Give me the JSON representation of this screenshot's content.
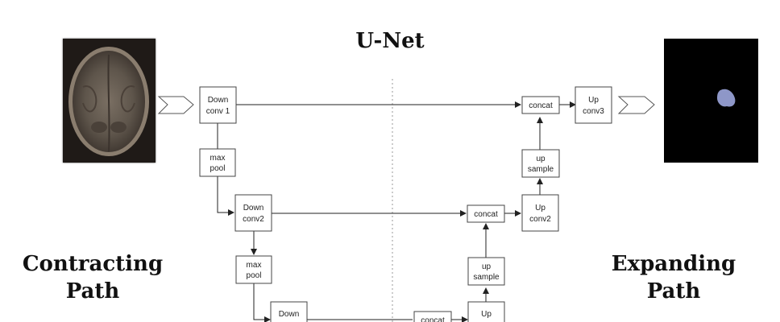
{
  "title": "U-Net",
  "left_label": [
    "Contracting",
    "Path"
  ],
  "right_label": [
    "Expanding",
    "Path"
  ],
  "colors": {
    "mask_blob": "#8e97c8",
    "background": "#ffffff",
    "box_stroke": "#444444"
  },
  "blocks": {
    "down1": [
      "Down",
      "conv 1"
    ],
    "pool1": [
      "max",
      "pool"
    ],
    "down2": [
      "Down",
      "conv2"
    ],
    "pool2": [
      "max",
      "pool"
    ],
    "down3": [
      "Down"
    ],
    "concat1": [
      "concat"
    ],
    "up3": [
      "Up",
      "conv3"
    ],
    "upsample1": [
      "up",
      "sample"
    ],
    "concat2": [
      "concat"
    ],
    "up2": [
      "Up",
      "conv2"
    ],
    "upsample2": [
      "up",
      "sample"
    ],
    "concat3": [
      "concat"
    ],
    "up1": [
      "Up"
    ]
  }
}
